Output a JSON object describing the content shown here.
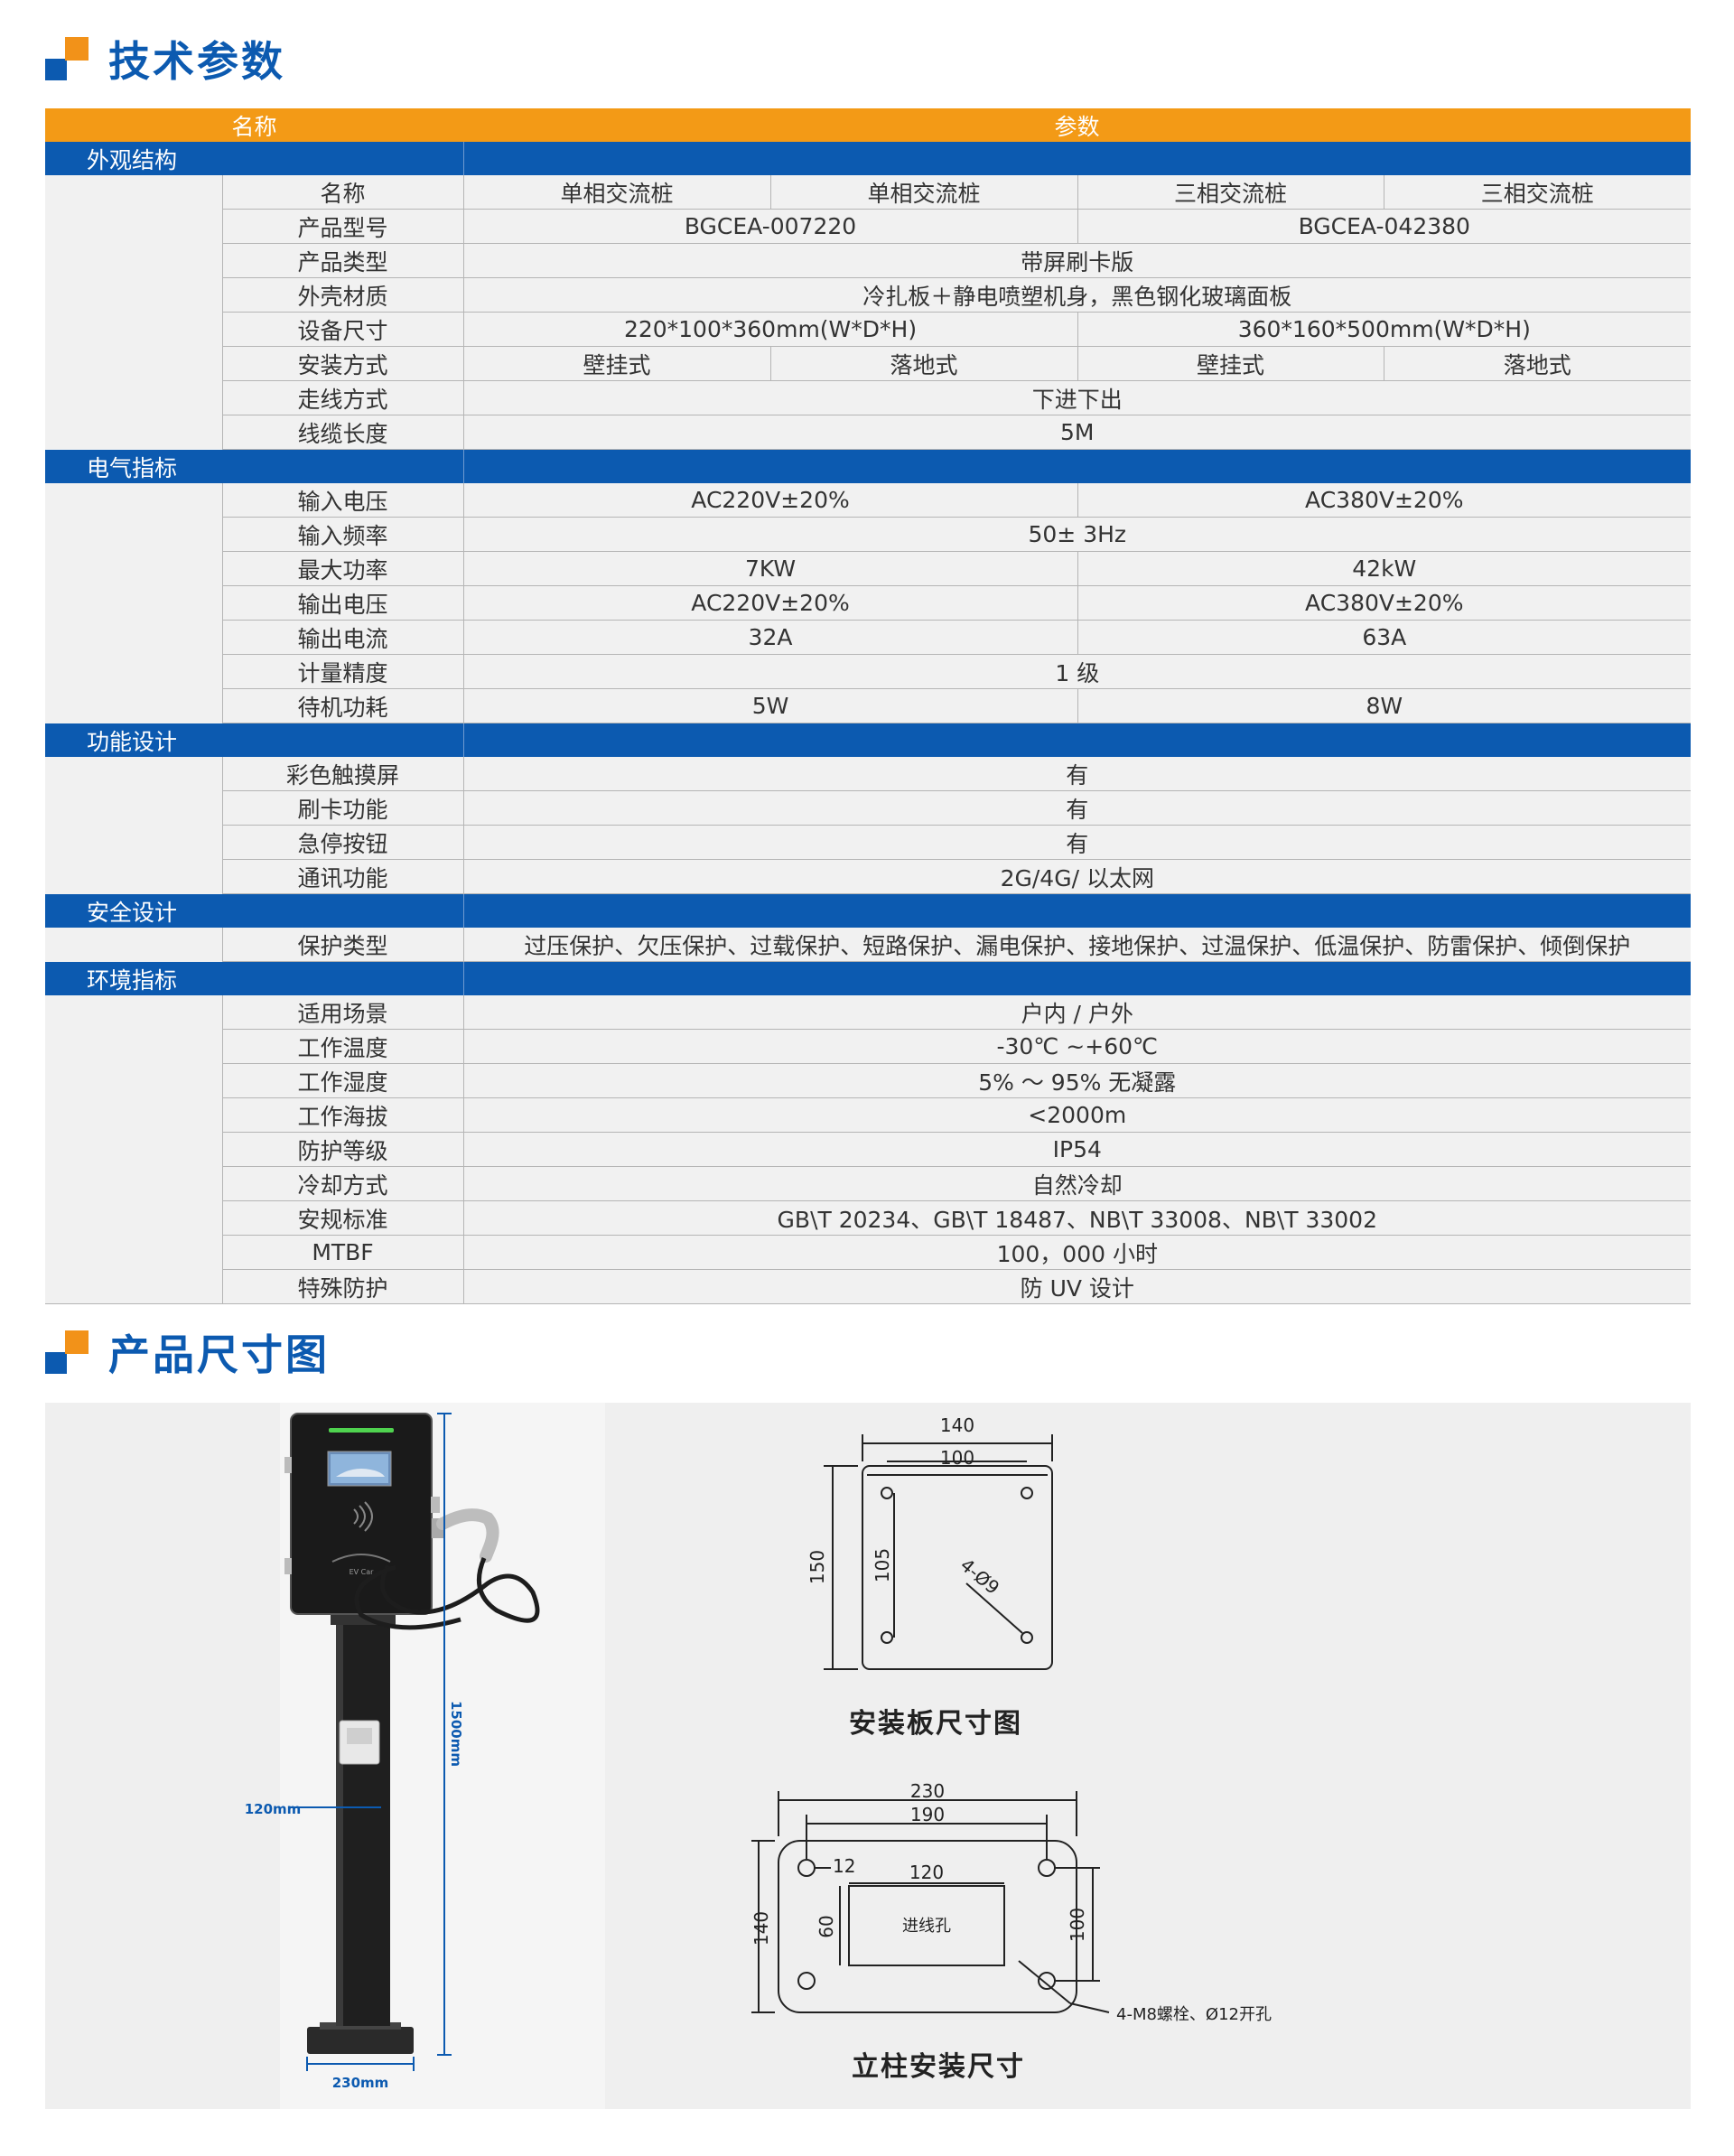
{
  "section1": {
    "title": "技术参数"
  },
  "section2": {
    "title": "产品尺寸图"
  },
  "table": {
    "header": {
      "name": "名称",
      "param": "参数"
    },
    "categories": {
      "appearance": "外观结构",
      "electrical": "电气指标",
      "function": "功能设计",
      "safety": "安全设计",
      "environment": "环境指标"
    },
    "rows": {
      "name": {
        "label": "名称",
        "v1": "单相交流桩",
        "v2": "单相交流桩",
        "v3": "三相交流桩",
        "v4": "三相交流桩"
      },
      "model": {
        "label": "产品型号",
        "v1": "BGCEA-007220",
        "v2": "BGCEA-042380"
      },
      "type": {
        "label": "产品类型",
        "v": "带屏刷卡版"
      },
      "material": {
        "label": "外壳材质",
        "v": "冷扎板＋静电喷塑机身，黑色钢化玻璃面板"
      },
      "size": {
        "label": "设备尺寸",
        "v1": "220*100*360mm(W*D*H)",
        "v2": "360*160*500mm(W*D*H)"
      },
      "install": {
        "label": "安装方式",
        "v1": "壁挂式",
        "v2": "落地式",
        "v3": "壁挂式",
        "v4": "落地式"
      },
      "wiring": {
        "label": "走线方式",
        "v": "下进下出"
      },
      "cable": {
        "label": "线缆长度",
        "v": "5M"
      },
      "in_voltage": {
        "label": "输入电压",
        "v1": "AC220V±20%",
        "v2": "AC380V±20%"
      },
      "in_freq": {
        "label": "输入频率",
        "v": "50± 3Hz"
      },
      "max_power": {
        "label": "最大功率",
        "v1": "7KW",
        "v2": "42kW"
      },
      "out_voltage": {
        "label": "输出电压",
        "v1": "AC220V±20%",
        "v2": "AC380V±20%"
      },
      "out_current": {
        "label": "输出电流",
        "v1": "32A",
        "v2": "63A"
      },
      "accuracy": {
        "label": "计量精度",
        "v": "1 级"
      },
      "standby": {
        "label": "待机功耗",
        "v1": "5W",
        "v2": "8W"
      },
      "touch": {
        "label": "彩色触摸屏",
        "v": "有"
      },
      "card": {
        "label": "刷卡功能",
        "v": "有"
      },
      "estop": {
        "label": "急停按钮",
        "v": "有"
      },
      "comm": {
        "label": "通讯功能",
        "v": "2G/4G/ 以太网"
      },
      "protect": {
        "label": "保护类型",
        "v": "过压保护、欠压保护、过载保护、短路保护、漏电保护、接地保护、过温保护、低温保护、防雷保护、倾倒保护"
      },
      "scene": {
        "label": "适用场景",
        "v": "户内 / 户外"
      },
      "temp": {
        "label": "工作温度",
        "v": "-30℃ ~+60℃"
      },
      "humidity": {
        "label": "工作湿度",
        "v": "5% ～ 95% 无凝露"
      },
      "altitude": {
        "label": "工作海拔",
        "v": "<2000m"
      },
      "ip": {
        "label": "防护等级",
        "v": "IP54"
      },
      "cooling": {
        "label": "冷却方式",
        "v": "自然冷却"
      },
      "standard": {
        "label": "安规标准",
        "v": "GB\\T 20234、GB\\T 18487、NB\\T 33008、NB\\T 33002"
      },
      "mtbf": {
        "label": "MTBF",
        "v": "100，000 小时"
      },
      "uv": {
        "label": "特殊防护",
        "v": "防 UV 设计"
      }
    }
  },
  "dims": {
    "charger": {
      "height": "1500mm",
      "width_col": "120mm",
      "base": "230mm",
      "logo": "EV Car"
    },
    "mount_plate": {
      "caption": "安装板尺寸图",
      "w_outer": "140",
      "w_inner": "100",
      "h_outer": "150",
      "h_inner": "105",
      "holes": "4-Ø9"
    },
    "column_mount": {
      "caption": "立柱安装尺寸",
      "w_outer": "230",
      "w_inner": "190",
      "hole": "12",
      "w_port": "120",
      "h_outer": "140",
      "h_port": "60",
      "h_inner": "100",
      "port_label": "进线孔",
      "bolts": "4-M8螺栓、Ø12开孔"
    }
  },
  "colors": {
    "blue": "#0c5ab0",
    "orange": "#f39a16",
    "row_bg": "#f1f1f1"
  }
}
